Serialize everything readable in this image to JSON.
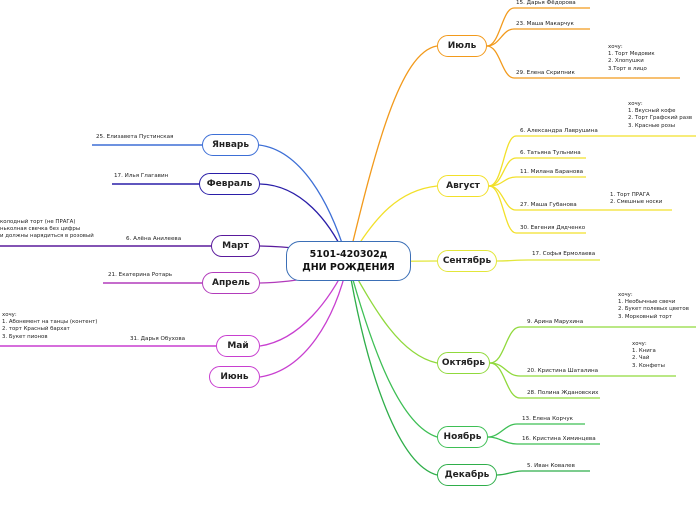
{
  "central": {
    "line1": "5101-420302д",
    "line2": "ДНИ РОЖДЕНИЯ"
  },
  "months": {
    "jan": "Январь",
    "feb": "Февраль",
    "mar": "Март",
    "apr": "Апрель",
    "may": "Май",
    "jun": "Июнь",
    "jul": "Июль",
    "aug": "Август",
    "sep": "Сентябрь",
    "oct": "Октябрь",
    "nov": "Ноябрь",
    "dec": "Декабрь"
  },
  "people": {
    "jan1": "25. Елизавета Пустинская",
    "feb1": "17. Илья Глагавин",
    "mar1": "6. Алёна Анилеева",
    "apr1": "21. Екатерина Ротарь",
    "may1": "31. Дарья Обухова",
    "jul1": "15. Дарья Фёдорова",
    "jul2": "23. Маша Макарчук",
    "jul3": "29. Елена Скрипник",
    "aug1": "6. Александра Лаврушина",
    "aug2": "6. Татьяна Тульнина",
    "aug3": "11. Милана Баранова",
    "aug4": "27. Маша Губанова",
    "aug5": "30. Евгения Дядченко",
    "sep1": "17. Софья Ермолаева",
    "oct1": "9. Арина Марухина",
    "oct2": "20. Кристина Шаталина",
    "oct3": "28. Полина Ждановских",
    "nov1": "13. Елена Корчук",
    "nov2": "16. Кристина Химинцева",
    "dec1": "5. Иван Ковалев"
  },
  "notes": {
    "mar": [
      "колодный торт (не ПРАГА)",
      "ньколная свечка без цифры",
      "и должны нарядиться в розовый"
    ],
    "may": [
      "хочу:",
      "1. Абонемент на танцы (контент)",
      "2. торт Красный бархат",
      "3. Букет пионов"
    ],
    "jul3": [
      "хочу:",
      "1. Торт Медовик",
      "2. Хлопушки",
      "3.Торт в лицо"
    ],
    "aug1": [
      "хочу:",
      "1. Вкусный кофе",
      "2. Торт Графский разв",
      "3. Красные розы"
    ],
    "aug4": [
      "1. Торт ПРАГА",
      "2. Смешные носки"
    ],
    "oct1": [
      "хочу:",
      "1. Необычные свечи",
      "2. Букет полевых цветов",
      "3. Морковный торт"
    ],
    "oct2": [
      "хочу:",
      "1. Книга",
      "2. Чай",
      "3. Конфеты"
    ]
  },
  "colors": {
    "jan": "#3d6fd6",
    "feb": "#2a1ea8",
    "mar": "#5a1a9c",
    "apr": "#b23bbb",
    "may": "#c83fd0",
    "jun": "#c83fd0",
    "jul": "#f29a1c",
    "aug": "#f2e02a",
    "sep": "#e2e63a",
    "oct": "#90d93c",
    "nov": "#3ebf55",
    "dec": "#2fae4a"
  }
}
